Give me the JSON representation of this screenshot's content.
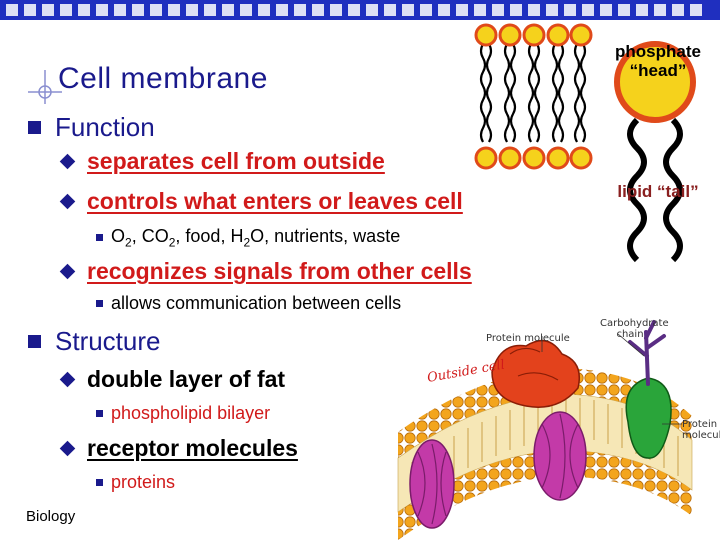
{
  "title": "Cell membrane",
  "sections": [
    {
      "heading": "Function",
      "items": [
        {
          "text": "separates cell from outside",
          "color": "red"
        },
        {
          "text": "controls what enters or leaves cell",
          "color": "red"
        }
      ],
      "sub_function_1": {
        "parts": [
          "O",
          "2",
          ", CO",
          "2",
          ", food, H",
          "2",
          "O, nutrients, waste"
        ]
      },
      "item3": {
        "text": "recognizes signals from other cells",
        "color": "red"
      },
      "sub_function_2": "allows communication between cells"
    },
    {
      "heading": "Structure",
      "item1": "double layer of fat",
      "sub1": "phospholipid bilayer",
      "item2": "receptor molecules",
      "sub2": "proteins"
    }
  ],
  "phospholipid_labels": {
    "head_line1": "phosphate",
    "head_line2": "“head”",
    "tail": "lipid “tail”"
  },
  "diagram_labels": {
    "protein_top": "Protein molecule",
    "outside": "Outside cell",
    "carb_line1": "Carbohydrate",
    "carb_line2": "chain",
    "protein_right_line1": "Protein",
    "protein_right_line2": "molecule"
  },
  "footer": "Biology",
  "colors": {
    "title": "#1a1a8c",
    "accent_red": "#d11a1a",
    "head_yellow": "#f5d21c",
    "head_ring": "#e04a1a",
    "bar_blue": "#1f2fbf"
  }
}
